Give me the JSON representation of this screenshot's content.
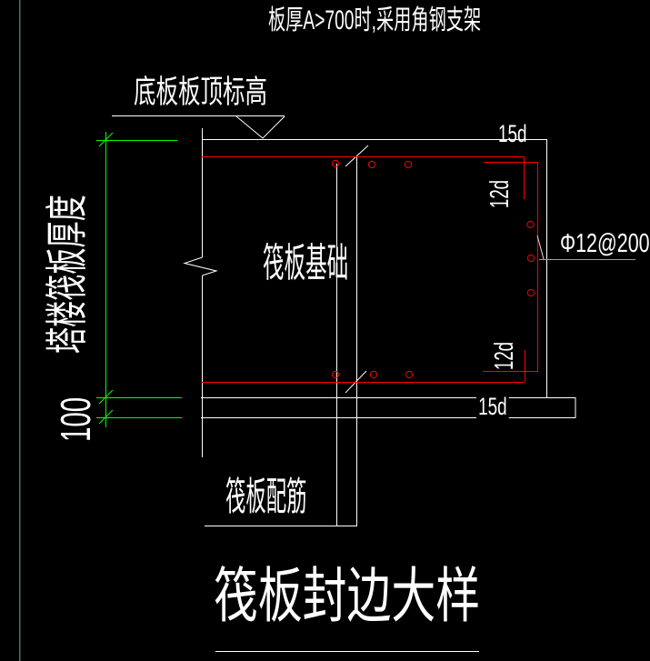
{
  "window": {
    "background": "#000000",
    "type": "cad-model-space-detail"
  },
  "colors": {
    "background": "#000000",
    "structure_line": "#ffffff",
    "rebar_red": "#ff0000",
    "dimension_green": "#00ff00",
    "viewport_edge_green": "#4a7d5f",
    "leader_gray": "#9e9e9e"
  },
  "annotations": {
    "top_note": "板厚A>700时,采用角钢支架",
    "elevation_label": "底板板顶标高",
    "thickness_dim_label": "塔楼筏板厚度",
    "dim_value_100": "100",
    "foundation_label": "筏板基础",
    "rebar_leader_label": "筏板配筋",
    "title": "筏板封边大样",
    "hook_15d_top": "15d",
    "hook_12d_top": "12d",
    "hook_12d_bottom": "12d",
    "hook_15d_bottom": "15d",
    "rebar_spec": "Φ12@200"
  }
}
